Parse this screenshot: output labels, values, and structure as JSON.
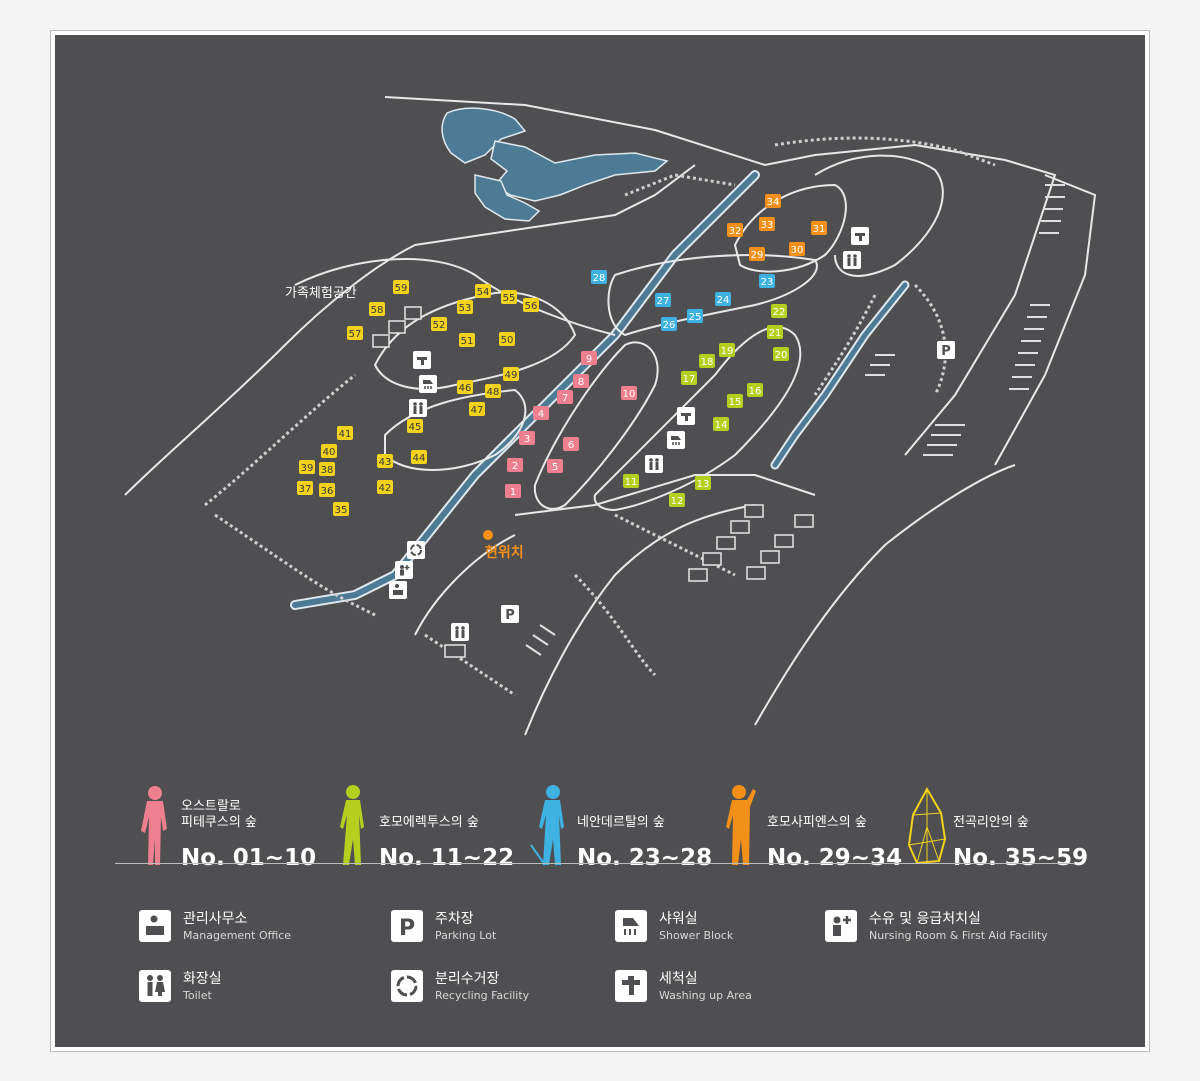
{
  "map": {
    "family_area_label": "가족체험공간",
    "current_location_label": "현위치",
    "parking_symbol": "P",
    "colors": {
      "background": "#4f4f51",
      "pink": "#ee7f8f",
      "lime": "#b5cf1f",
      "blue": "#3fb2e4",
      "orange": "#f39019",
      "yellow": "#f2d21b",
      "water": "#4d7a95",
      "current_location": "#f39019"
    },
    "sites": [
      {
        "n": "1",
        "g": "pink"
      },
      {
        "n": "2",
        "g": "pink"
      },
      {
        "n": "3",
        "g": "pink"
      },
      {
        "n": "4",
        "g": "pink"
      },
      {
        "n": "5",
        "g": "pink"
      },
      {
        "n": "6",
        "g": "pink"
      },
      {
        "n": "7",
        "g": "pink"
      },
      {
        "n": "8",
        "g": "pink"
      },
      {
        "n": "9",
        "g": "pink"
      },
      {
        "n": "10",
        "g": "pink"
      },
      {
        "n": "11",
        "g": "lime"
      },
      {
        "n": "12",
        "g": "lime"
      },
      {
        "n": "13",
        "g": "lime"
      },
      {
        "n": "14",
        "g": "lime"
      },
      {
        "n": "15",
        "g": "lime"
      },
      {
        "n": "16",
        "g": "lime"
      },
      {
        "n": "17",
        "g": "lime"
      },
      {
        "n": "18",
        "g": "lime"
      },
      {
        "n": "19",
        "g": "lime"
      },
      {
        "n": "20",
        "g": "lime"
      },
      {
        "n": "21",
        "g": "lime"
      },
      {
        "n": "22",
        "g": "lime"
      },
      {
        "n": "23",
        "g": "blue"
      },
      {
        "n": "24",
        "g": "blue"
      },
      {
        "n": "25",
        "g": "blue"
      },
      {
        "n": "26",
        "g": "blue"
      },
      {
        "n": "27",
        "g": "blue"
      },
      {
        "n": "28",
        "g": "blue"
      },
      {
        "n": "29",
        "g": "orange"
      },
      {
        "n": "30",
        "g": "orange"
      },
      {
        "n": "31",
        "g": "orange"
      },
      {
        "n": "32",
        "g": "orange"
      },
      {
        "n": "33",
        "g": "orange"
      },
      {
        "n": "34",
        "g": "orange"
      },
      {
        "n": "35",
        "g": "yellow"
      },
      {
        "n": "36",
        "g": "yellow"
      },
      {
        "n": "37",
        "g": "yellow"
      },
      {
        "n": "38",
        "g": "yellow"
      },
      {
        "n": "39",
        "g": "yellow"
      },
      {
        "n": "40",
        "g": "yellow"
      },
      {
        "n": "41",
        "g": "yellow"
      },
      {
        "n": "42",
        "g": "yellow"
      },
      {
        "n": "43",
        "g": "yellow"
      },
      {
        "n": "44",
        "g": "yellow"
      },
      {
        "n": "45",
        "g": "yellow"
      },
      {
        "n": "46",
        "g": "yellow"
      },
      {
        "n": "47",
        "g": "yellow"
      },
      {
        "n": "48",
        "g": "yellow"
      },
      {
        "n": "49",
        "g": "yellow"
      },
      {
        "n": "50",
        "g": "yellow"
      },
      {
        "n": "51",
        "g": "yellow"
      },
      {
        "n": "52",
        "g": "yellow"
      },
      {
        "n": "53",
        "g": "yellow"
      },
      {
        "n": "54",
        "g": "yellow"
      },
      {
        "n": "55",
        "g": "yellow"
      },
      {
        "n": "56",
        "g": "yellow"
      },
      {
        "n": "57",
        "g": "yellow"
      },
      {
        "n": "58",
        "g": "yellow"
      },
      {
        "n": "59",
        "g": "yellow"
      }
    ]
  },
  "eras": [
    {
      "name_line1": "오스트랄로",
      "name_line2": "피테쿠스의 숲",
      "range": "No. 01~10",
      "color": "pink"
    },
    {
      "name_line1": "",
      "name_line2": "호모에렉투스의 숲",
      "range": "No. 11~22",
      "color": "lime"
    },
    {
      "name_line1": "",
      "name_line2": "네안데르탈의 숲",
      "range": "No. 23~28",
      "color": "blue"
    },
    {
      "name_line1": "",
      "name_line2": "호모사피엔스의 숲",
      "range": "No. 29~34",
      "color": "orange"
    },
    {
      "name_line1": "",
      "name_line2": "전곡리안의 숲",
      "range": "No. 35~59",
      "color": "yellow"
    }
  ],
  "facilities": [
    {
      "ko": "관리사무소",
      "en": "Management Office",
      "icon": "management-office-icon"
    },
    {
      "ko": "주차장",
      "en": "Parking Lot",
      "icon": "parking-icon",
      "symbol": "P"
    },
    {
      "ko": "샤워실",
      "en": "Shower Block",
      "icon": "shower-icon"
    },
    {
      "ko": "수유 및 응급처치실",
      "en": "Nursing Room & First Aid Facility",
      "icon": "nursing-first-aid-icon"
    },
    {
      "ko": "화장실",
      "en": "Toilet",
      "icon": "toilet-icon"
    },
    {
      "ko": "분리수거장",
      "en": "Recycling Facility",
      "icon": "recycling-icon"
    },
    {
      "ko": "세척실",
      "en": "Washing up Area",
      "icon": "washing-icon"
    }
  ]
}
